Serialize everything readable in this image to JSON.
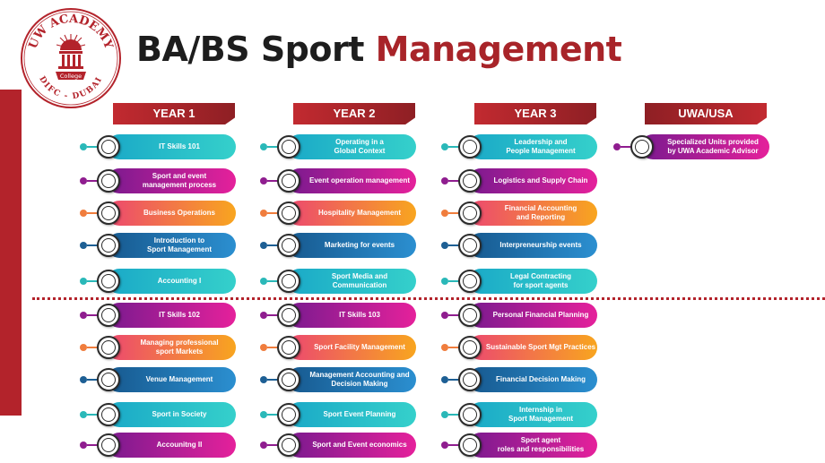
{
  "logo": {
    "arc_top": "UW ACADEMY",
    "arc_bottom": "DIFC - DUBAI",
    "badge": "College"
  },
  "title": {
    "main": "BA/BS Sport ",
    "accent": "Management"
  },
  "colors": {
    "brand_red": "#b3232b",
    "teal": "#2ab8b8",
    "purple": "#8f1d8f",
    "orange": "#f07d3d",
    "blue": "#1d5f94"
  },
  "columns": [
    {
      "header": "YEAR 1",
      "courses": [
        {
          "label": "IT Skills 101",
          "color": "teal"
        },
        {
          "label": "Sport and event\nmanagement process",
          "color": "purple"
        },
        {
          "label": "Business Operations",
          "color": "orange"
        },
        {
          "label": "Introduction to\nSport Management",
          "color": "blue"
        },
        {
          "label": "Accounting I",
          "color": "teal"
        },
        {
          "label": "IT Skills 102",
          "color": "purple"
        },
        {
          "label": "Managing professional\nsport Markets",
          "color": "orange"
        },
        {
          "label": "Venue Management",
          "color": "blue"
        },
        {
          "label": "Sport in Society",
          "color": "teal"
        },
        {
          "label": "Accounitng II",
          "color": "purple"
        }
      ]
    },
    {
      "header": "YEAR 2",
      "courses": [
        {
          "label": "Operating in a\nGlobal Context",
          "color": "teal"
        },
        {
          "label": "Event operation management",
          "color": "purple"
        },
        {
          "label": "Hospitality Management",
          "color": "orange"
        },
        {
          "label": "Marketing for events",
          "color": "blue"
        },
        {
          "label": "Sport Media and\nCommunication",
          "color": "teal"
        },
        {
          "label": "IT Skills 103",
          "color": "purple"
        },
        {
          "label": "Sport Facility Management",
          "color": "orange"
        },
        {
          "label": "Management Accounting and\nDecision Making",
          "color": "blue"
        },
        {
          "label": "Sport Event Planning",
          "color": "teal"
        },
        {
          "label": "Sport and Event economics",
          "color": "purple"
        }
      ]
    },
    {
      "header": "YEAR 3",
      "courses": [
        {
          "label": "Leadership and\nPeople Management",
          "color": "teal"
        },
        {
          "label": "Logistics and Supply Chain",
          "color": "purple"
        },
        {
          "label": "Financial Accounting\nand Reporting",
          "color": "orange"
        },
        {
          "label": "Interpreneurship events",
          "color": "blue"
        },
        {
          "label": "Legal Contracting\nfor sport agents",
          "color": "teal"
        },
        {
          "label": "Personal Financial Planning",
          "color": "purple"
        },
        {
          "label": "Sustainable Sport Mgt Practices",
          "color": "orange"
        },
        {
          "label": "Financial Decision Making",
          "color": "blue"
        },
        {
          "label": "Internship in\nSport Management",
          "color": "teal"
        },
        {
          "label": "Sport agent\nroles and responsibilities",
          "color": "purple"
        }
      ]
    },
    {
      "header": "UWA/USA",
      "courses": [
        {
          "label": "Specialized Units provided\nby UWA Academic Advisor",
          "color": "purple"
        }
      ]
    }
  ]
}
